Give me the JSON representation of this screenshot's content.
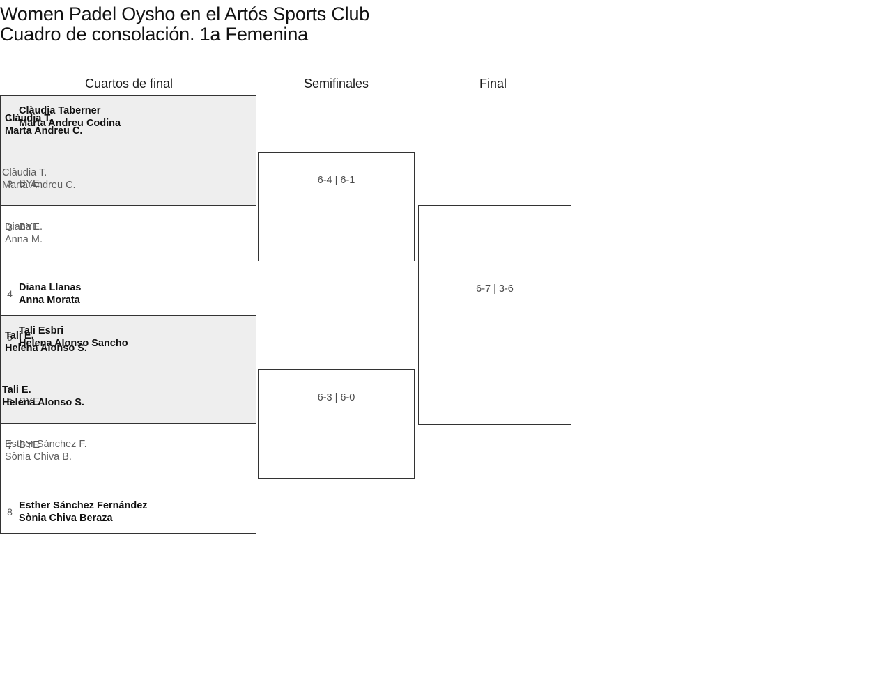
{
  "title": {
    "line1": "Women Padel Oysho en el Artós Sports Club",
    "line2": "Cuadro de consolación. 1a Femenina"
  },
  "rounds": [
    {
      "label": "Cuartos de final"
    },
    {
      "label": "Semifinales"
    },
    {
      "label": "Final"
    }
  ],
  "round1": {
    "matches": [
      {
        "shaded": true,
        "top": {
          "seed": "1",
          "line1": "Clàudia Taberner",
          "line2": "Marta Andreu Codina",
          "bye": false
        },
        "bottom": {
          "seed": "2",
          "line1": "BYE",
          "line2": "",
          "bye": true
        }
      },
      {
        "shaded": false,
        "top": {
          "seed": "3",
          "line1": "BYE",
          "line2": "",
          "bye": true
        },
        "bottom": {
          "seed": "4",
          "line1": "Diana Llanas",
          "line2": "Anna Morata",
          "bye": false
        }
      },
      {
        "shaded": true,
        "top": {
          "seed": "5",
          "line1": "Tali Esbri",
          "line2": "Helena Alonso Sancho",
          "bye": false
        },
        "bottom": {
          "seed": "6",
          "line1": "BYE",
          "line2": "",
          "bye": true
        }
      },
      {
        "shaded": false,
        "top": {
          "seed": "7",
          "line1": "BYE",
          "line2": "",
          "bye": true
        },
        "bottom": {
          "seed": "8",
          "line1": "Esther Sánchez Fernández",
          "line2": "Sònia Chiva Beraza",
          "bye": false
        }
      }
    ]
  },
  "round2": {
    "matches": [
      {
        "winner": {
          "line1": "Clàudia T.",
          "line2": "Marta Andreu C."
        },
        "loser": {
          "line1": "Diana L.",
          "line2": "Anna M."
        },
        "score": "6-4 | 6-1"
      },
      {
        "winner": {
          "line1": "Tali E.",
          "line2": "Helena Alonso S."
        },
        "loser": {
          "line1": "Esther Sánchez F.",
          "line2": "Sònia Chiva B."
        },
        "score": "6-3 | 6-0"
      }
    ]
  },
  "round3": {
    "matches": [
      {
        "loser": {
          "line1": "Clàudia T.",
          "line2": "Marta Andreu C."
        },
        "winner": {
          "line1": "Tali E.",
          "line2": "Helena Alonso S."
        },
        "score": "6-7 | 3-6"
      }
    ]
  }
}
